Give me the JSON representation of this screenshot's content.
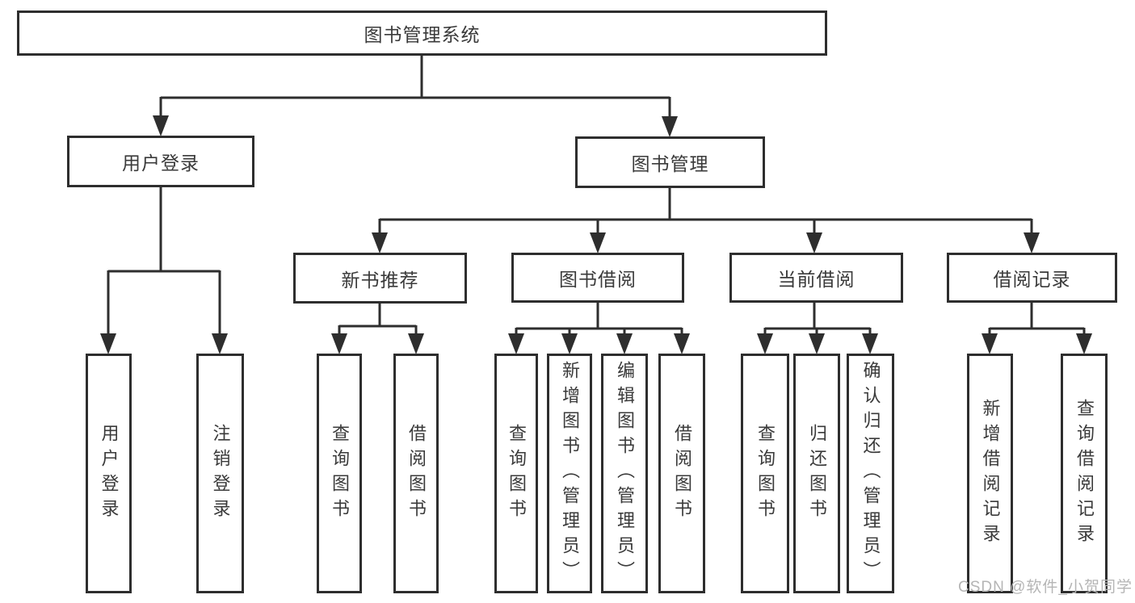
{
  "tree": {
    "label": "图书管理系统",
    "children": [
      {
        "label": "用户登录",
        "children": [
          {
            "label": "用户登录"
          },
          {
            "label": "注销登录"
          }
        ]
      },
      {
        "label": "图书管理",
        "children": [
          {
            "label": "新书推荐",
            "children": [
              {
                "label": "查询图书"
              },
              {
                "label": "借阅图书"
              }
            ]
          },
          {
            "label": "图书借阅",
            "children": [
              {
                "label": "查询图书"
              },
              {
                "label": "新增图书（管理员）"
              },
              {
                "label": "编辑图书（管理员）"
              },
              {
                "label": "借阅图书"
              }
            ]
          },
          {
            "label": "当前借阅",
            "children": [
              {
                "label": "查询图书"
              },
              {
                "label": "归还图书"
              },
              {
                "label": "确认归还（管理员）"
              }
            ]
          },
          {
            "label": "借阅记录",
            "children": [
              {
                "label": "新增借阅记录"
              },
              {
                "label": "查询借阅记录"
              }
            ]
          }
        ]
      }
    ]
  },
  "watermark": "CSDN @软件_小贺同学",
  "colors": {
    "line": "#2e2e2e",
    "text": "#3a3a3a",
    "background": "#ffffff",
    "watermark": "#b5b5b5"
  }
}
